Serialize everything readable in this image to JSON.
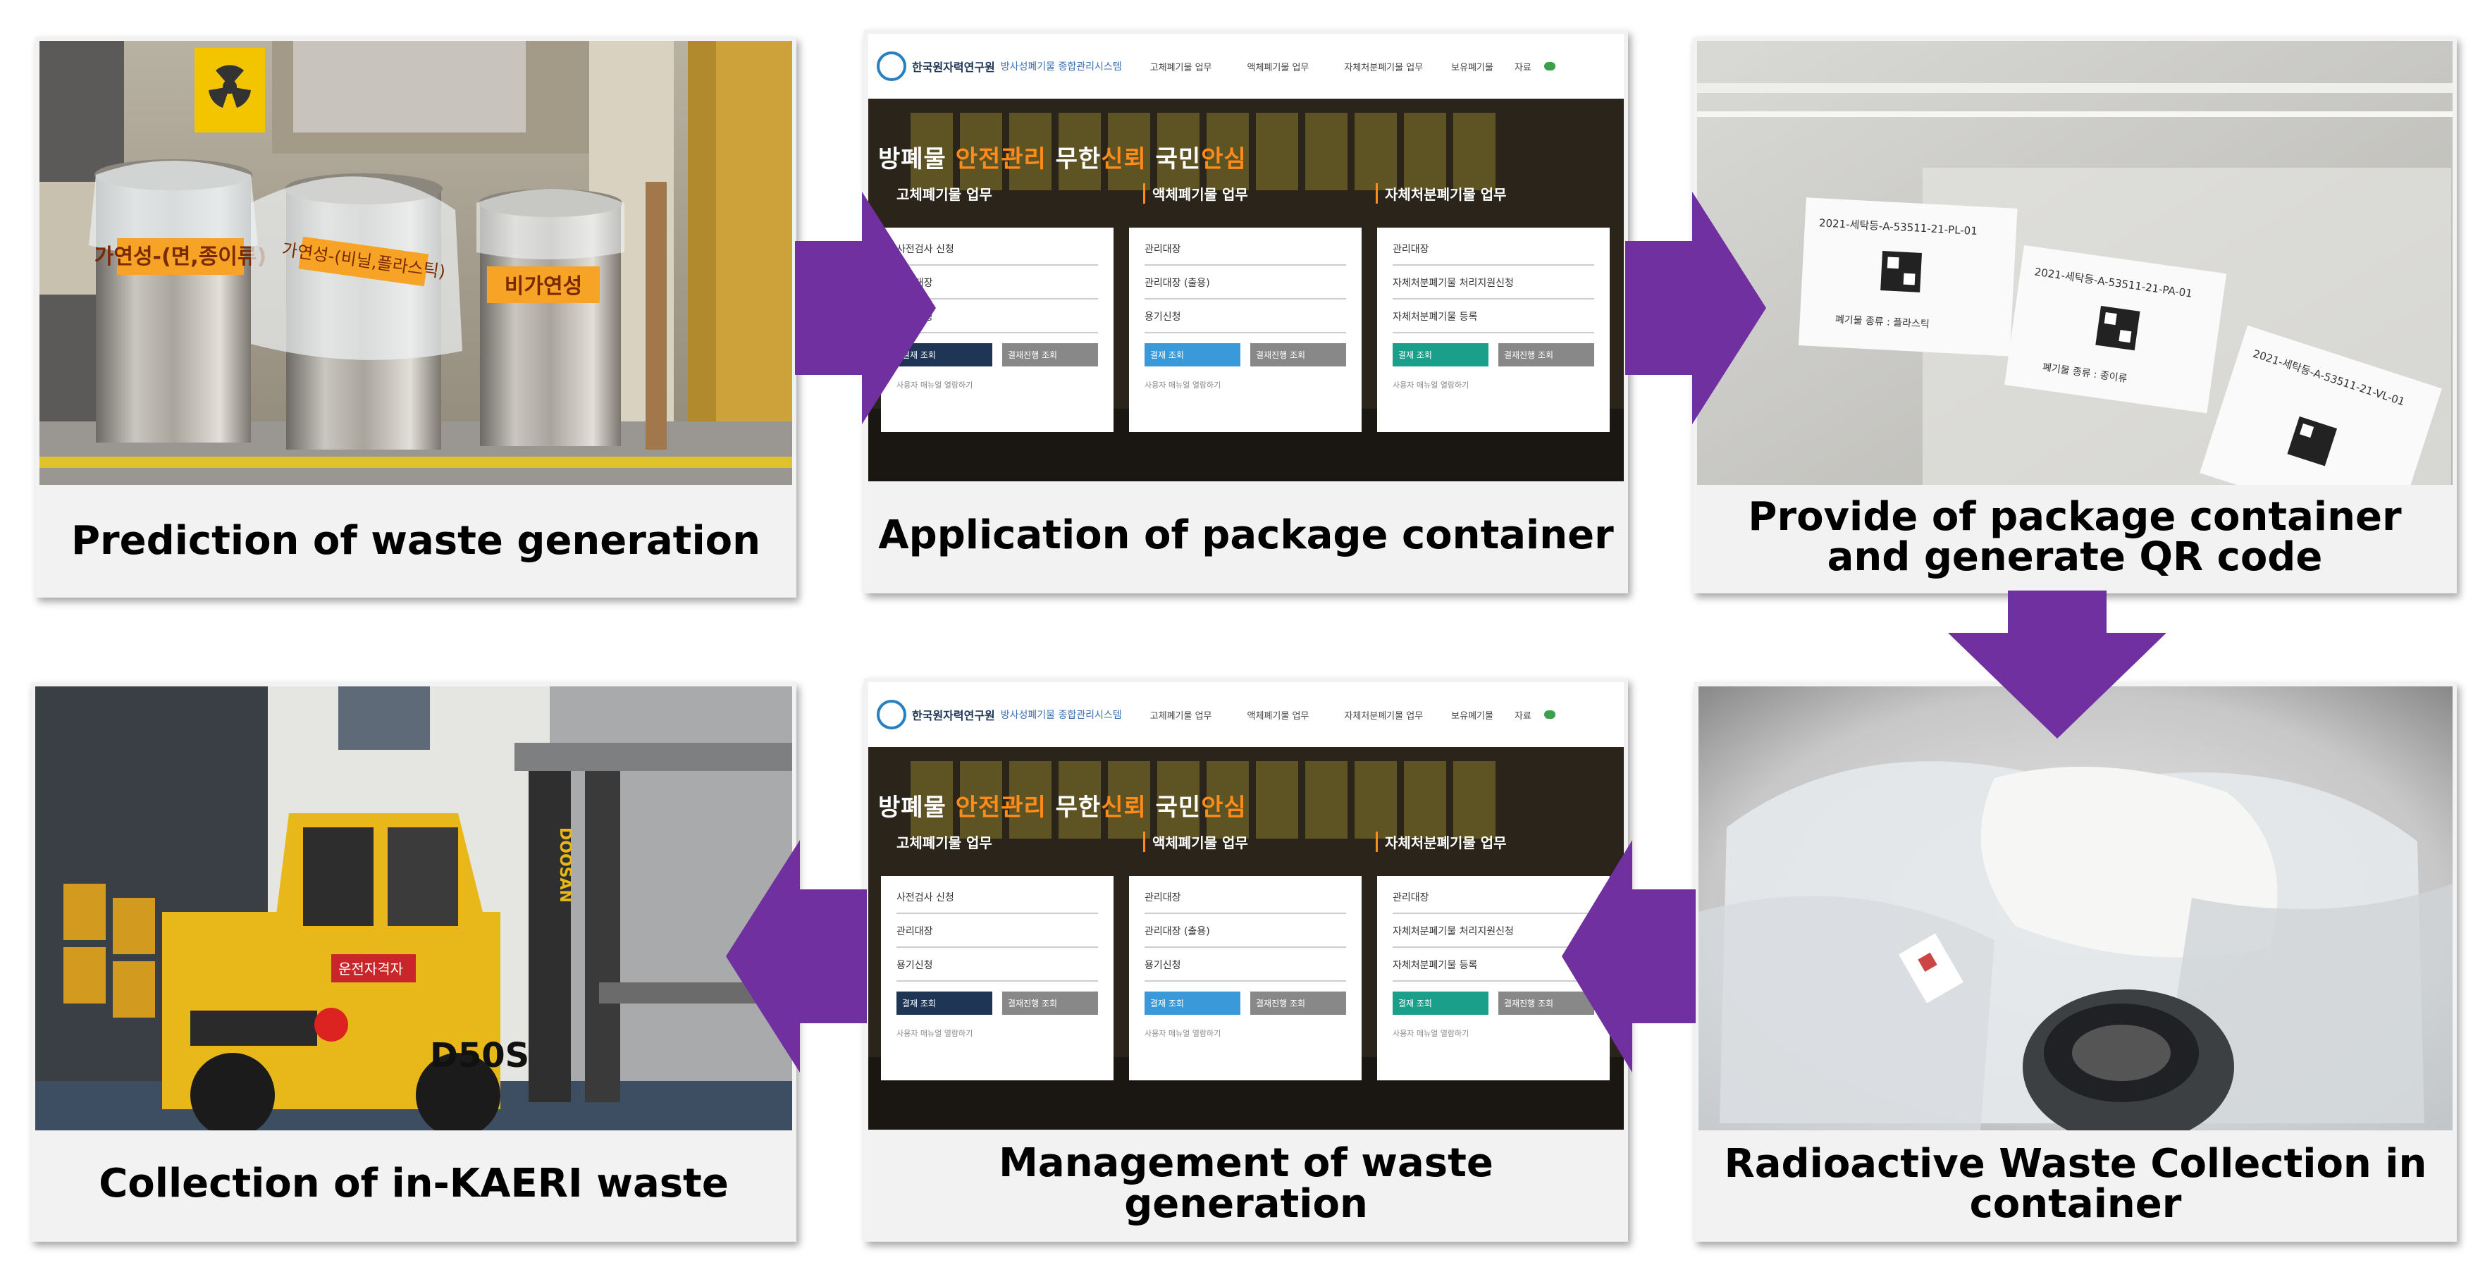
{
  "steps": [
    {
      "caption": "Prediction of waste generation"
    },
    {
      "caption": "Application of package container"
    },
    {
      "caption": "Provide of package container and generate QR code"
    },
    {
      "caption": "Radioactive Waste Collection in container"
    },
    {
      "caption": "Management of waste generation"
    },
    {
      "caption": "Collection of in-KAERI waste"
    }
  ],
  "bins": {
    "left_label": "가연성-(면,종이류)",
    "mid_label": "가연성-(비닐,플라스틱)",
    "right_label": "비가연성"
  },
  "web": {
    "site_name": "한국원자력연구원",
    "site_subtitle": "방사성폐기물 종합관리시스템",
    "nav": [
      "고체폐기물 업무",
      "액체폐기물 업무",
      "자체처분폐기물 업무",
      "보유폐기물",
      "자료"
    ],
    "slogan_a": "방폐물",
    "slogan_b": "안전관리",
    "slogan_c": "무한",
    "slogan_d": "신뢰",
    "slogan_e": "국민",
    "slogan_f": "안심",
    "col_titles": [
      "고체폐기물 업무",
      "액체폐기물 업무",
      "자체처분폐기물 업무"
    ],
    "col_items": [
      [
        "사전검사 신청",
        "관리대장",
        "용기신청"
      ],
      [
        "관리대장",
        "관리대장 (출용)",
        "용기신청"
      ],
      [
        "관리대장",
        "자체처분폐기물 처리지원신청",
        "자체처분폐기물 등록"
      ]
    ],
    "btn_a": "결재 조회",
    "btn_b": "결재진행 조회",
    "footer_note": "사용자 매뉴얼 열람하기"
  },
  "labels": {
    "label_1": "2021-세탁등-A-53511-21-PL-01",
    "label_2": "2021-세탁등-A-53511-21-PA-01",
    "label_3": "2021-세탁등-A-53511-21-VL-01",
    "type_1": "폐기물 종류 : 플라스틱",
    "type_2": "폐기물 종류 : 종이류"
  },
  "forklift": {
    "model": "D50S",
    "brand": "DOOSAN",
    "plate": "운전자격자"
  },
  "colors": {
    "arrow": "#7030a0",
    "caption_bg": "#f2f2f2",
    "web_orange": "#ff8c1a",
    "web_blue": "#3a9ad9",
    "web_teal": "#1aa08a",
    "web_navy": "#1f3556"
  }
}
